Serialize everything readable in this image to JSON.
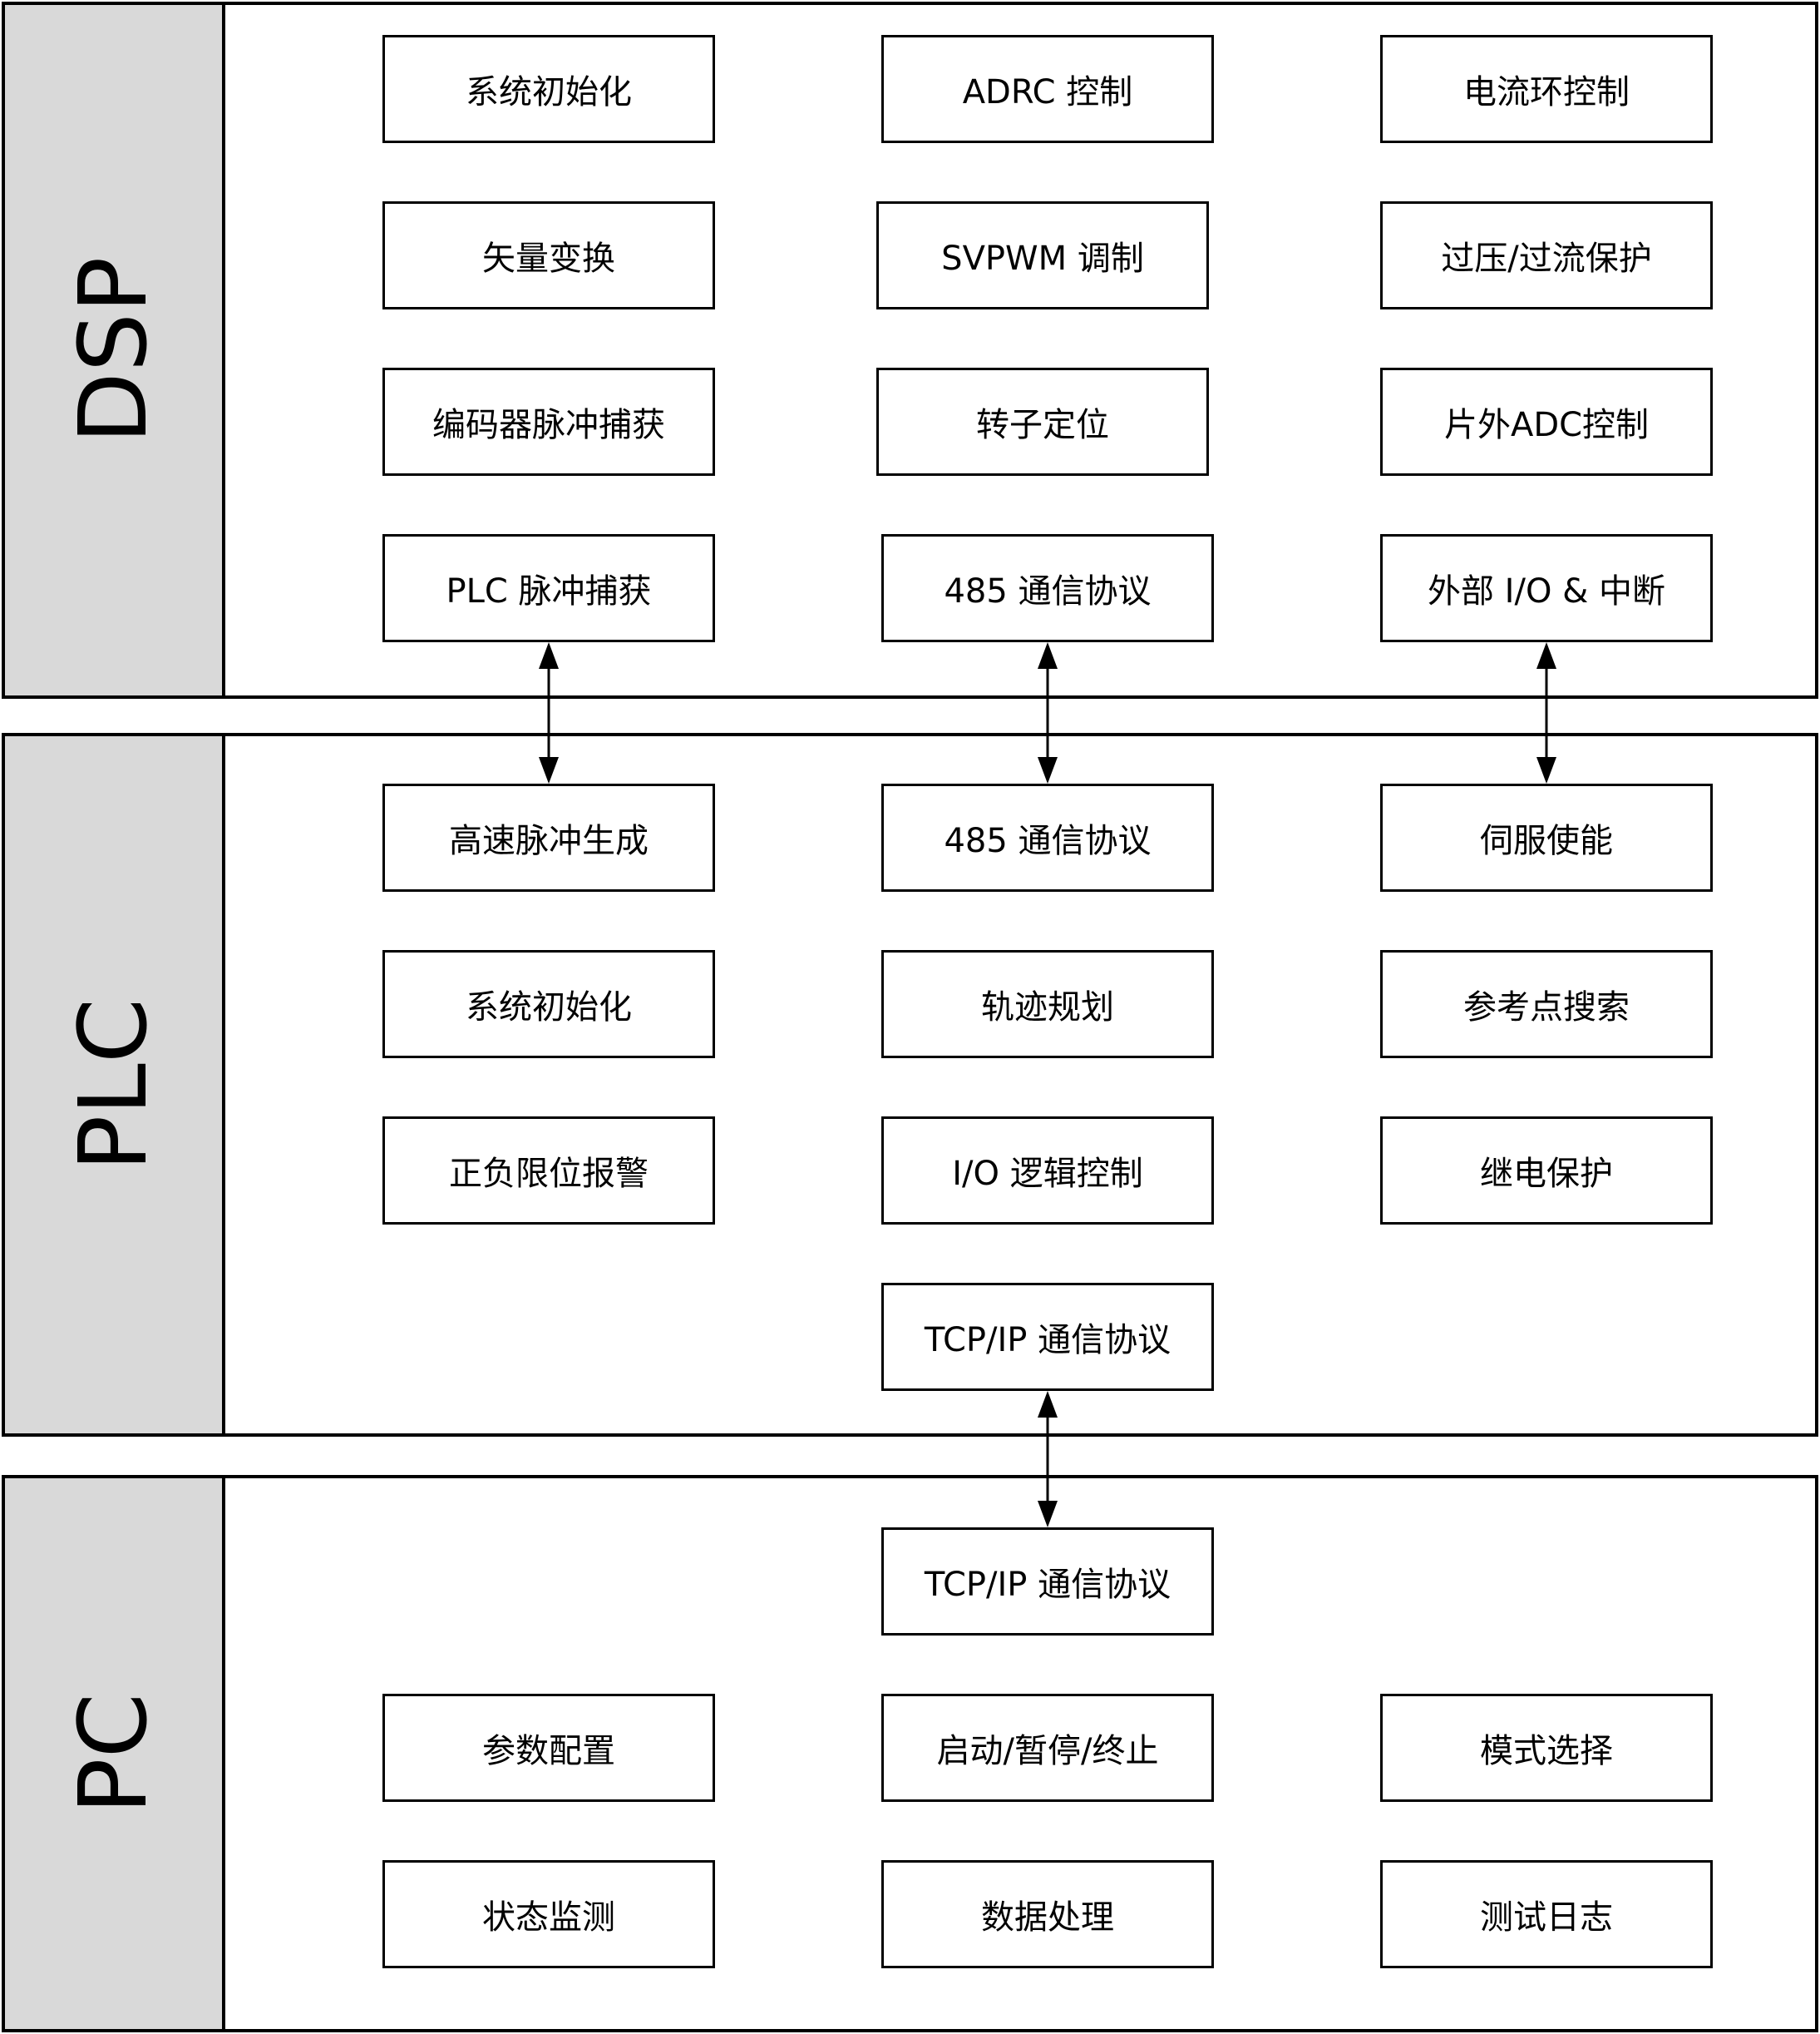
{
  "layers": {
    "dsp": {
      "label": "DSP",
      "boxes": [
        "系统初始化",
        "ADRC 控制",
        "电流环控制",
        "矢量变换",
        "SVPWM 调制",
        "过压/过流保护",
        "编码器脉冲捕获",
        "转子定位",
        "片外ADC控制",
        "PLC 脉冲捕获",
        "485 通信协议",
        "外部 I/O & 中断"
      ]
    },
    "plc": {
      "label": "PLC",
      "boxes": [
        "高速脉冲生成",
        "485 通信协议",
        "伺服使能",
        "系统初始化",
        "轨迹规划",
        "参考点搜索",
        "正负限位报警",
        "I/O 逻辑控制",
        "继电保护",
        "TCP/IP 通信协议"
      ]
    },
    "pc": {
      "label": "PC",
      "boxes": [
        "TCP/IP 通信协议",
        "参数配置",
        "启动/暂停/终止",
        "模式选择",
        "状态监测",
        "数据处理",
        "测试日志"
      ]
    }
  }
}
